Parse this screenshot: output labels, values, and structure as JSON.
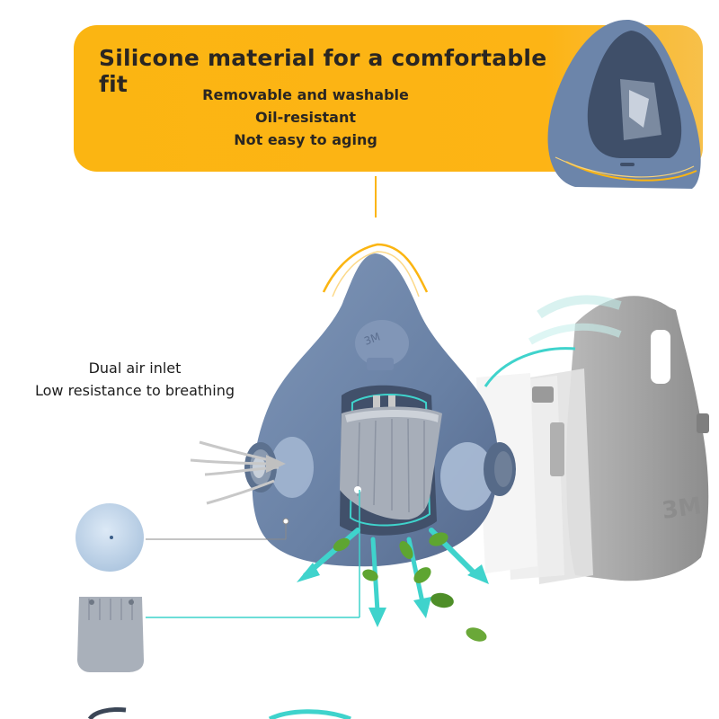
{
  "banner": {
    "title": "Silicone material for a comfortable fit",
    "features": [
      "Removable and washable",
      "Oil-resistant",
      "Not easy to aging"
    ]
  },
  "callout": {
    "line1": "Dual air inlet",
    "line2": "Low resistance to breathing"
  },
  "mask_embossed_text": "3M",
  "colors": {
    "accent_orange": "#FBB512",
    "mask_blue": "#6E87AB",
    "airflow_teal": "#3FD3CC",
    "leaf_green": "#5EA531",
    "grey_shell": "#9E9E9E",
    "valve_grey": "#A7AEB9"
  }
}
